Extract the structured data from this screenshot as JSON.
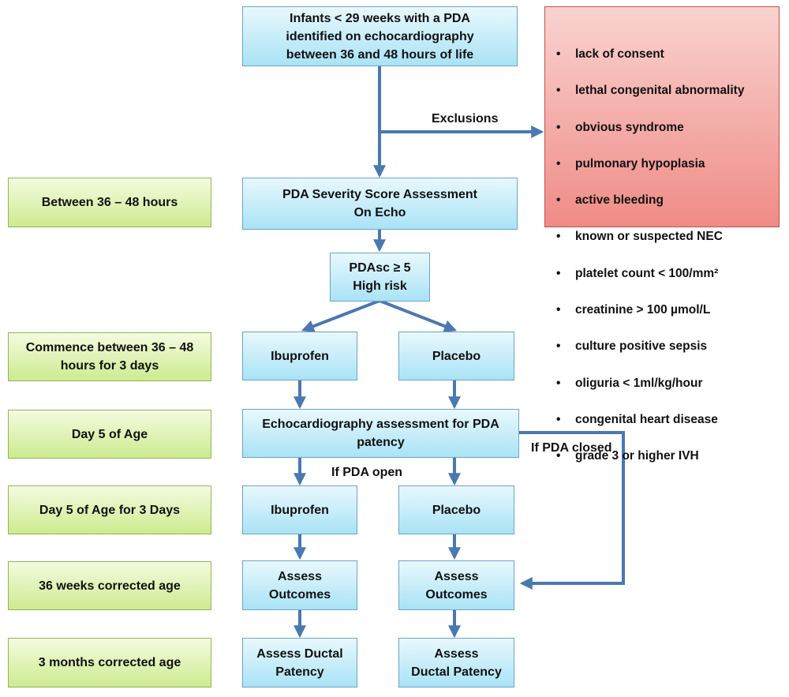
{
  "flow": {
    "start": "Infants < 29 weeks with a PDA\nidentified on echocardiography\nbetween 36 and 48 hours of life",
    "severity": "PDA Severity Score Assessment\nOn Echo",
    "highrisk": "PDAsc ≥ 5\nHigh risk",
    "ibuprofen1": "Ibuprofen",
    "placebo1": "Placebo",
    "echo": "Echocardiography assessment for PDA\npatency",
    "ibuprofen2": "Ibuprofen",
    "placebo2": "Placebo",
    "outcomes_left": "Assess\nOutcomes",
    "outcomes_right": "Assess\nOutcomes",
    "ductal_left": "Assess Ductal\nPatency",
    "ductal_right": "Assess\nDuctal Patency"
  },
  "timeline": [
    "Between 36 – 48 hours",
    "Commence between 36 – 48\nhours for 3 days",
    "Day 5 of Age",
    "Day 5 of Age for 3 Days",
    "36 weeks corrected age",
    "3 months corrected age"
  ],
  "exclusions": {
    "label": "Exclusions",
    "items": [
      "lack of consent",
      "lethal congenital abnormality",
      "obvious syndrome",
      "pulmonary hypoplasia",
      "active bleeding",
      "known or suspected NEC",
      "platelet count < 100/mm²",
      "creatinine > 100 µmol/L",
      "culture positive sepsis",
      "oliguria < 1ml/kg/hour",
      "congenital heart disease",
      "grade 3 or higher IVH"
    ]
  },
  "labels": {
    "if_open": "If PDA open",
    "if_closed": "If PDA closed"
  },
  "colors": {
    "arrow": "#4a78b0",
    "flow_box": "#a9e3f6",
    "timeline_box": "#cdeb8f",
    "exclusion_box": "#f08b86"
  }
}
